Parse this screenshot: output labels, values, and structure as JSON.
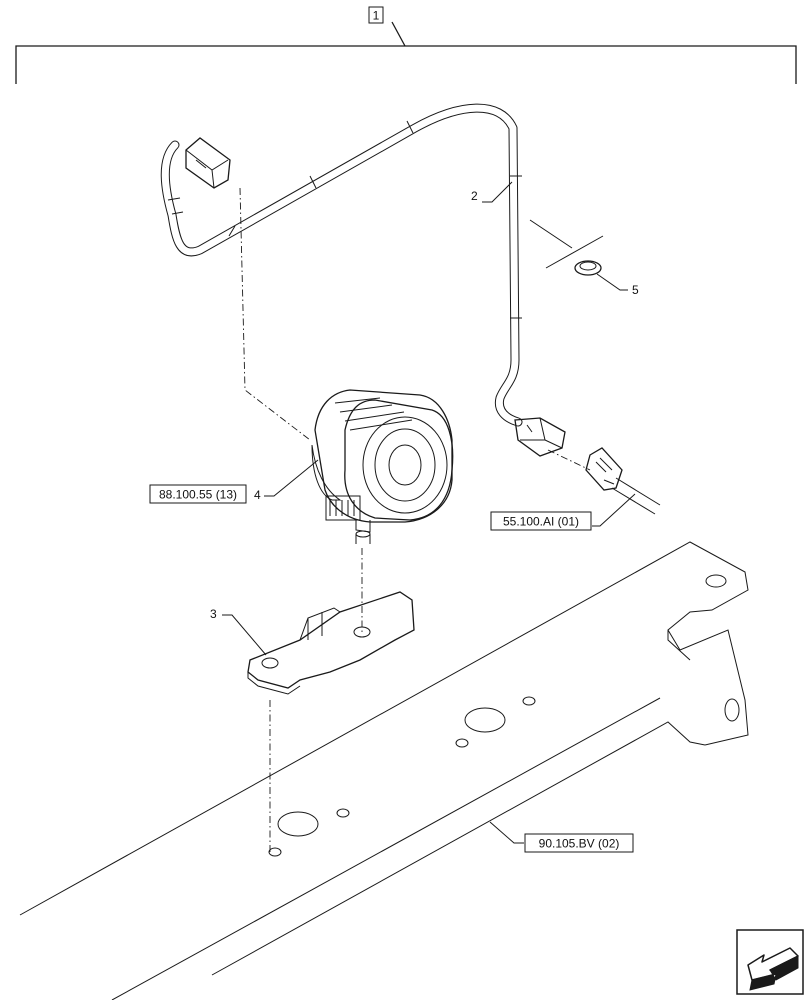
{
  "callouts": {
    "assembly": "1",
    "harness": "2",
    "bracket": "3",
    "lamp": "4",
    "clip": "5"
  },
  "references": {
    "lamp_ref": "88.100.55 (13)",
    "connector_ref": "55.100.AI (01)",
    "frame_ref": "90.105.BV (02)"
  },
  "nav_icon": "next-page-arrow-icon"
}
